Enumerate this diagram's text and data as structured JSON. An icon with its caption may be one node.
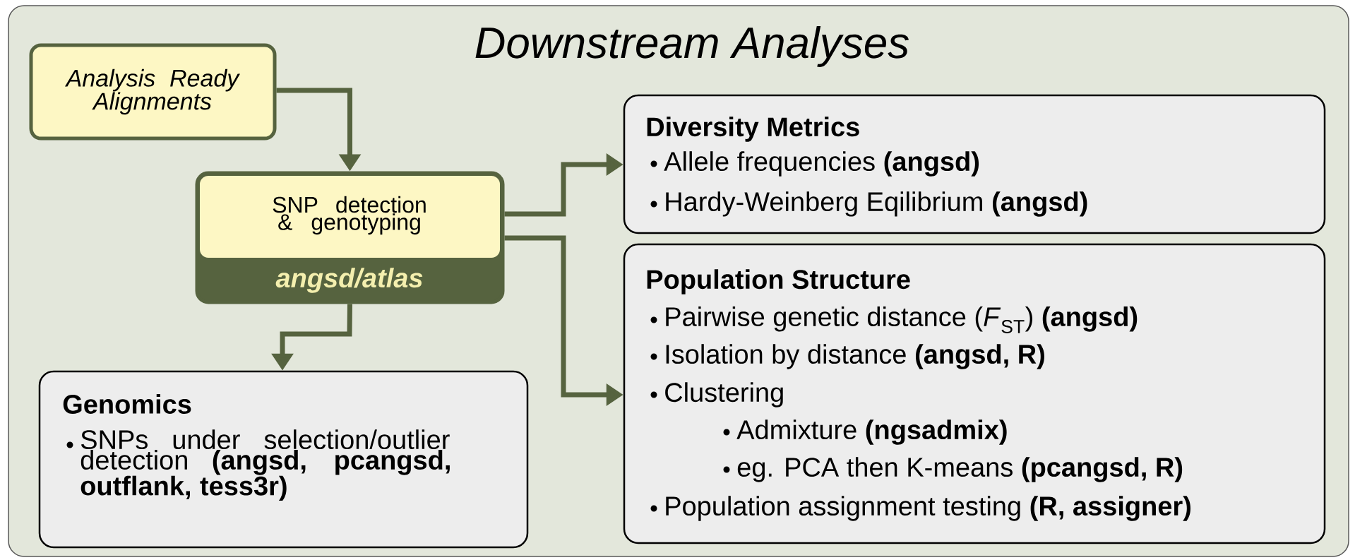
{
  "diagram": {
    "nodes": [
      {
        "text": [
          "Downstream Analyses"
        ]
      },
      {
        "text": [
          "Analysis Ready Alignments"
        ],
        "in": 0
      },
      {
        "text": [
          "SNP detection & genotyping",
          "angsd/atlas"
        ],
        "in": 0
      },
      {
        "text": [
          "Diversity Metrics",
          "Allele frequencies **(angsd)**",
          "Hardy-Weinberg Eqilibrium **(angsd)**"
        ],
        "in": 0
      },
      {
        "text": [
          "Population Structure",
          "Pairwise genetic distance (*F*$_{ST}$) **(angsd)**",
          "Isolation by distance **(angsd, R)**",
          "Clustering",
          "Admixture **(ngsadmix)**",
          "eg. PCA then K-means **(pcangsd, R)**",
          "Population assignment testing **(R, assigner)**"
        ],
        "in": 0
      },
      {
        "text": [
          "Genomics",
          "SNPs under selection/outlier detection **(angsd, pcangsd, outflank, tess3r)**"
        ],
        "in": 0
      }
    ],
    "edges": [
      {
        "from": 1,
        "to": 2,
        "arrow": "to"
      },
      {
        "from": 2,
        "to": 3,
        "arrow": "to"
      },
      {
        "from": 2,
        "to": 4,
        "arrow": "to"
      },
      {
        "from": 2,
        "to": 5,
        "arrow": "to"
      }
    ]
  }
}
